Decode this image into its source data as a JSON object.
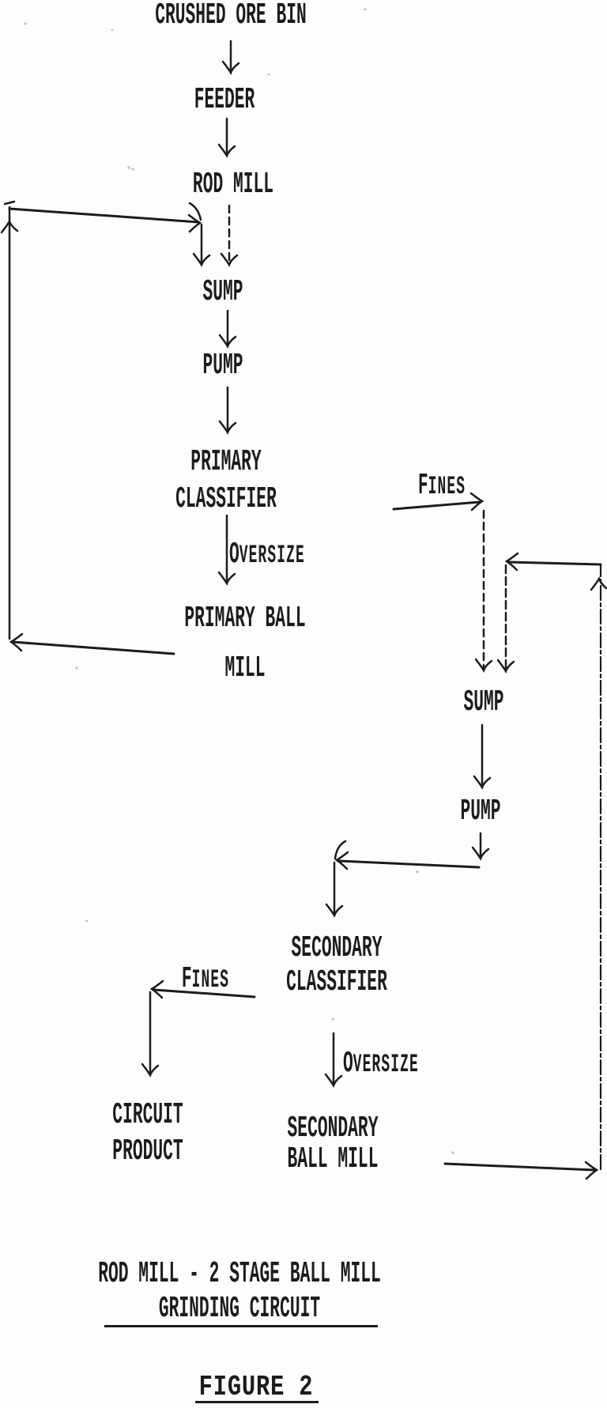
{
  "nodes": {
    "crushed_ore_bin": "CRUSHED ORE BIN",
    "feeder": "FEEDER",
    "rod_mill": "ROD MILL",
    "primary_sump": "SUMP",
    "primary_pump": "PUMP",
    "primary_classifier": [
      "PRIMARY",
      "CLASSIFIER"
    ],
    "primary_ball_mill": [
      "PRIMARY BALL",
      "MILL"
    ],
    "secondary_sump": "SUMP",
    "secondary_pump": "PUMP",
    "secondary_classifier": [
      "SECONDARY",
      "CLASSIFIER"
    ],
    "secondary_ball_mill": [
      "SECONDARY",
      "BALL MILL"
    ],
    "circuit_product": [
      "CIRCUIT",
      "PRODUCT"
    ]
  },
  "stream_labels": {
    "primary_fines": {
      "cap": "F",
      "rest": "INES"
    },
    "primary_oversize": {
      "cap": "O",
      "rest": "VERSIZE"
    },
    "secondary_fines": {
      "cap": "F",
      "rest": "INES"
    },
    "secondary_oversize": {
      "cap": "O",
      "rest": "VERSIZE"
    }
  },
  "caption": {
    "line1": "ROD MILL - 2 STAGE BALL MILL",
    "line2": "GRINDING CIRCUIT",
    "figure": "FIGURE 2"
  },
  "colors": {
    "ink": "#1c1c1c",
    "paper": "#fdfdfc"
  }
}
